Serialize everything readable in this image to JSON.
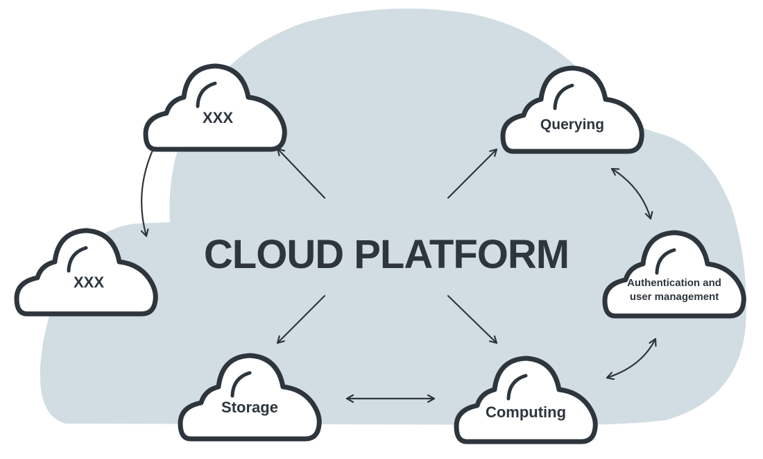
{
  "diagram": {
    "title": "CLOUD PLATFORM",
    "colors": {
      "background_cloud": "#d1dde3",
      "outline": "#2e353d",
      "node_fill": "#ffffff"
    },
    "nodes": [
      {
        "id": "top-left",
        "label_lines": [
          "XXX"
        ]
      },
      {
        "id": "left",
        "label_lines": [
          "XXX"
        ]
      },
      {
        "id": "storage",
        "label_lines": [
          "Storage"
        ]
      },
      {
        "id": "computing",
        "label_lines": [
          "Computing"
        ]
      },
      {
        "id": "auth",
        "label_lines": [
          "Authentication and",
          "user management"
        ]
      },
      {
        "id": "querying",
        "label_lines": [
          "Querying"
        ]
      }
    ],
    "edges": [
      {
        "from": "center",
        "to": "top-left",
        "type": "one-way"
      },
      {
        "from": "center",
        "to": "querying",
        "type": "one-way"
      },
      {
        "from": "center",
        "to": "storage",
        "type": "one-way"
      },
      {
        "from": "center",
        "to": "computing",
        "type": "one-way"
      },
      {
        "from": "top-left",
        "to": "left",
        "type": "one-way"
      },
      {
        "from": "querying",
        "to": "auth",
        "type": "two-way"
      },
      {
        "from": "auth",
        "to": "computing",
        "type": "two-way"
      },
      {
        "from": "storage",
        "to": "computing",
        "type": "two-way"
      }
    ]
  }
}
